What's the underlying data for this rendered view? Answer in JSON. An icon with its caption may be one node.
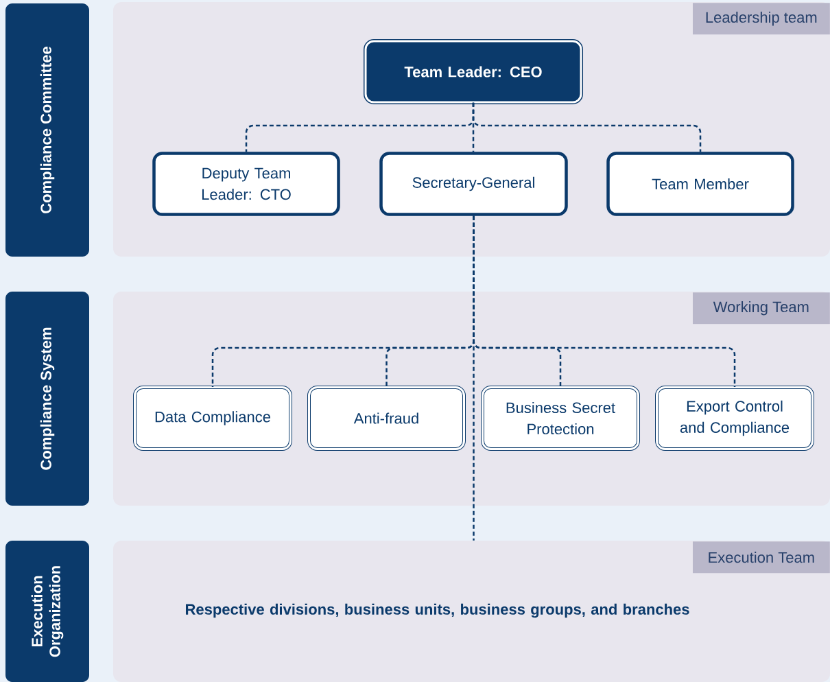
{
  "diagram": {
    "nodes": [
      {
        "text": [
          "Compliance Committee"
        ]
      },
      {
        "text": [
          "Compliance System"
        ]
      },
      {
        "text": [
          "Execution Organization"
        ]
      },
      {
        "text": [
          "Leadership team"
        ]
      },
      {
        "text": [
          "Team Leader: CEO"
        ],
        "in": 3
      },
      {
        "text": [
          "Deputy Team Leader: CTO"
        ],
        "in": 3
      },
      {
        "text": [
          "Secretary-General"
        ],
        "in": 3
      },
      {
        "text": [
          "Team Member"
        ],
        "in": 3
      },
      {
        "text": [
          "Working Team"
        ]
      },
      {
        "text": [
          "Data Compliance"
        ],
        "in": 8
      },
      {
        "text": [
          "Anti-fraud"
        ],
        "in": 8
      },
      {
        "text": [
          "Business Secret Protection"
        ],
        "in": 8
      },
      {
        "text": [
          "Export Control and Compliance"
        ],
        "in": 8
      },
      {
        "text": [
          "Execution Team",
          "Respective divisions, business units, business groups, and branches"
        ]
      }
    ],
    "edges": [
      {
        "from": 4,
        "to": 5,
        "arrow": "none",
        "style": "dashed"
      },
      {
        "from": 4,
        "to": 6,
        "arrow": "none",
        "style": "dashed"
      },
      {
        "from": 4,
        "to": 7,
        "arrow": "none",
        "style": "dashed"
      },
      {
        "from": 6,
        "to": 9,
        "arrow": "none",
        "style": "dashed"
      },
      {
        "from": 6,
        "to": 10,
        "arrow": "none",
        "style": "dashed"
      },
      {
        "from": 6,
        "to": 11,
        "arrow": "none",
        "style": "dashed"
      },
      {
        "from": 6,
        "to": 12,
        "arrow": "none",
        "style": "dashed"
      },
      {
        "from": 6,
        "to": 13,
        "arrow": "none",
        "style": "dashed"
      }
    ]
  }
}
